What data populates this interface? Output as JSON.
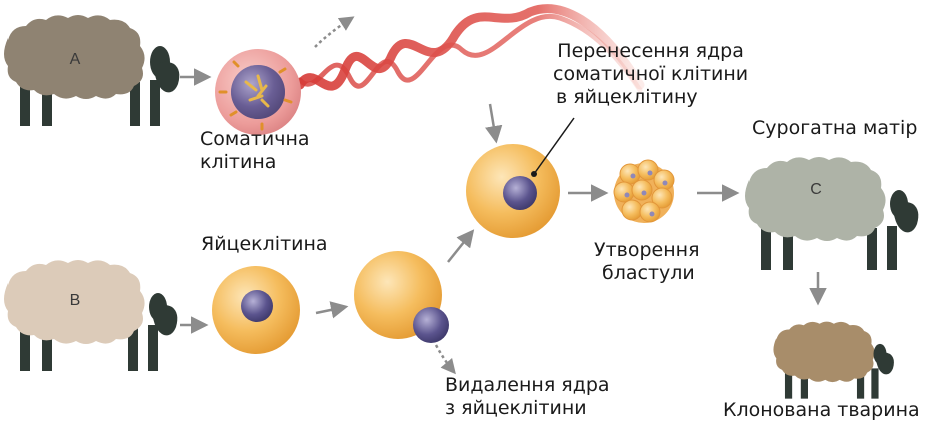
{
  "sheep": {
    "a": {
      "letter": "A",
      "body_color": "#8f8372"
    },
    "b": {
      "letter": "B",
      "body_color": "#dccbb9"
    },
    "c": {
      "letter": "C",
      "body_color": "#aeb3a7"
    },
    "clone": {
      "body_color": "#a88d6a"
    }
  },
  "colors": {
    "cell": "#f2b552",
    "nucleus": "#5b548e",
    "somatic_cell": "#ec9c9a",
    "dna": "#d63a36",
    "arrow": "#8c8c8c"
  },
  "labels": {
    "somatic_cell": [
      "Соматична",
      "клітина"
    ],
    "transfer": [
      "Перенесення ядра",
      "соматичної клітини",
      "в яйцеклітину"
    ],
    "egg": "Яйцеклітина",
    "surrogate": "Сурогатна матір",
    "blastula": [
      "Утворення",
      "бластули"
    ],
    "removal": [
      "Видалення ядра",
      "з яйцеклітини"
    ],
    "cloned": "Клонована тварина"
  }
}
